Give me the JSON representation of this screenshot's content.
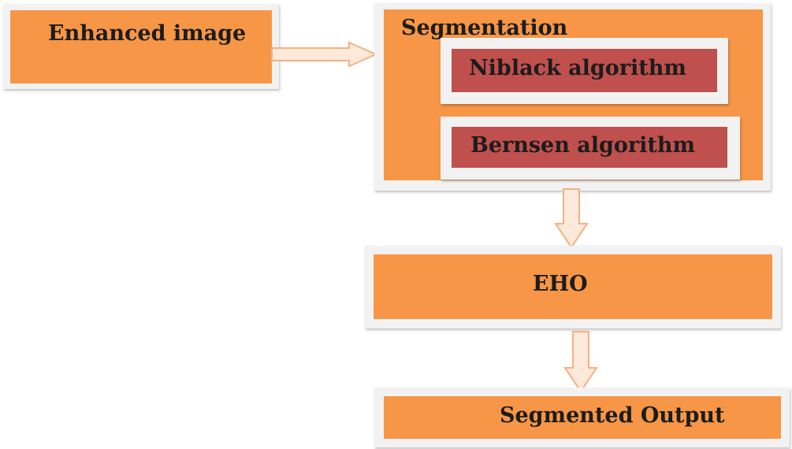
{
  "nodes": {
    "enhanced_image": "Enhanced image",
    "segmentation": "Segmentation",
    "niblack": "Niblack algorithm",
    "bernsen": "Bernsen algorithm",
    "eho": "EHO",
    "segmented_output": "Segmented Output"
  },
  "colors": {
    "box_fill": "#f79646",
    "inner_fill": "#c0504d",
    "frame": "#f2f2f2",
    "arrow_fill": "#fde9d9",
    "arrow_stroke": "#f4b183"
  }
}
